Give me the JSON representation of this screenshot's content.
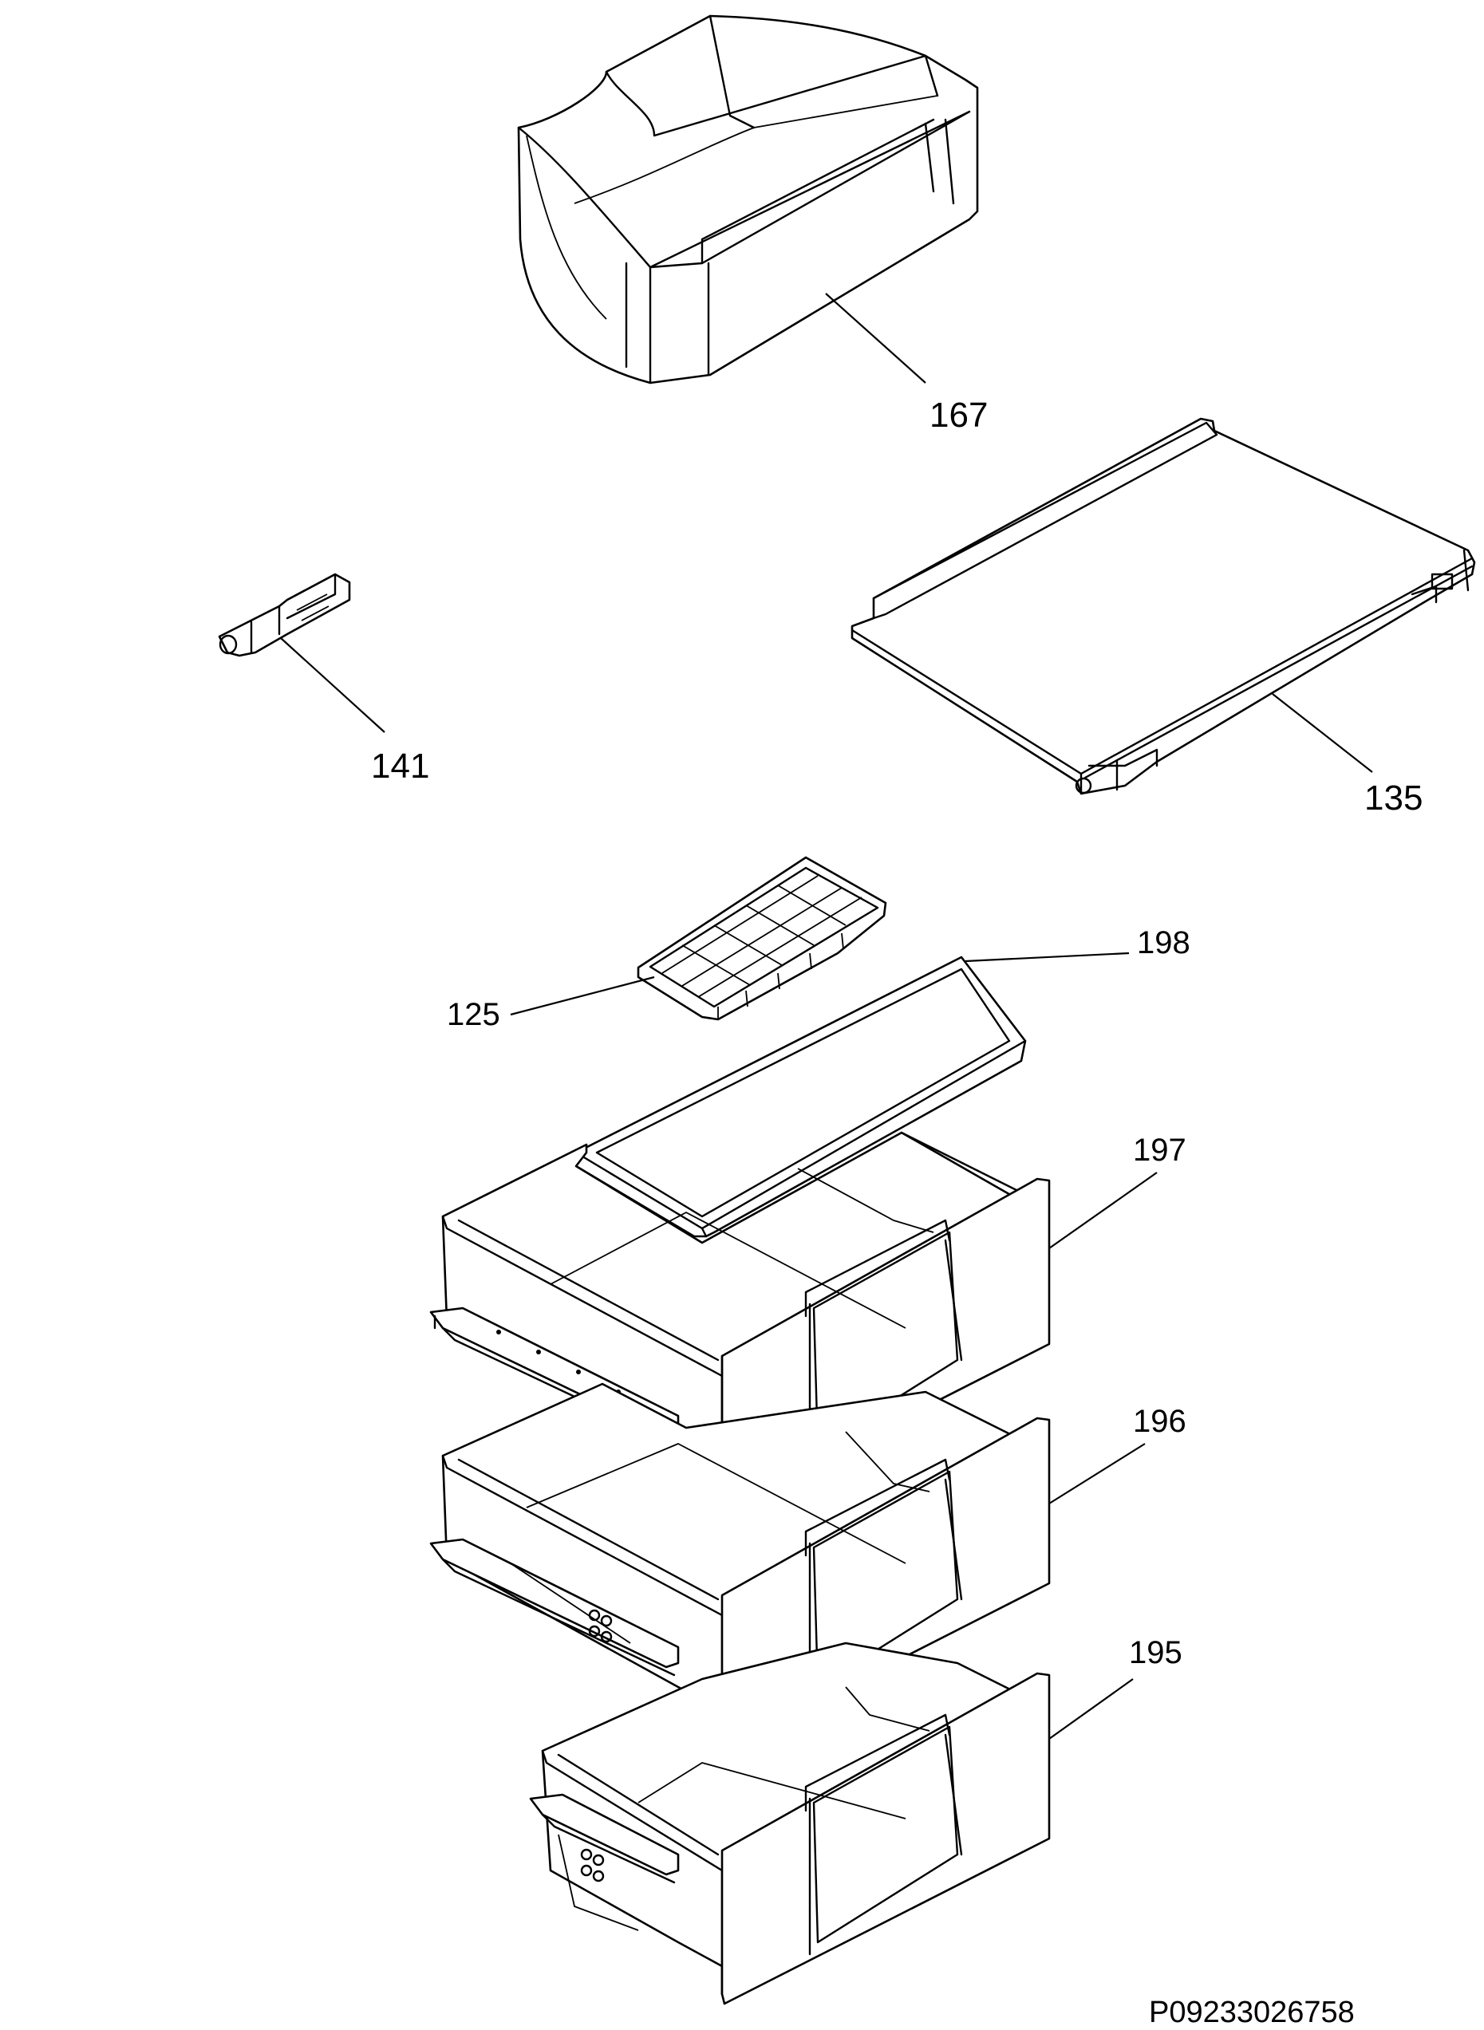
{
  "callouts": {
    "p167": "167",
    "p141": "141",
    "p135": "135",
    "p198": "198",
    "p125": "125",
    "p197": "197",
    "p196": "196",
    "p195": "195"
  },
  "document_id": "P09233026758"
}
